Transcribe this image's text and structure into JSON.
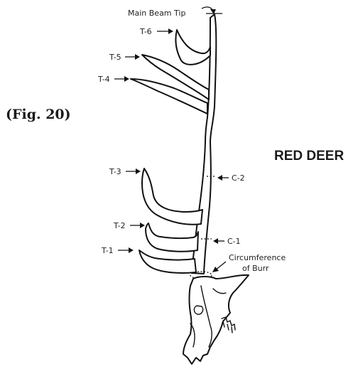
{
  "figure_label": "(Fig. 20)",
  "species": "RED DEER",
  "labels": {
    "main_beam_tip": "Main Beam Tip",
    "t6": "T-6",
    "t5": "T-5",
    "t4": "T-4",
    "t3": "T-3",
    "t2": "T-2",
    "t1": "T-1",
    "c2": "C-2",
    "c1": "C-1",
    "circumference_line1": "Circumference",
    "circumference_line2": "of Burr"
  }
}
